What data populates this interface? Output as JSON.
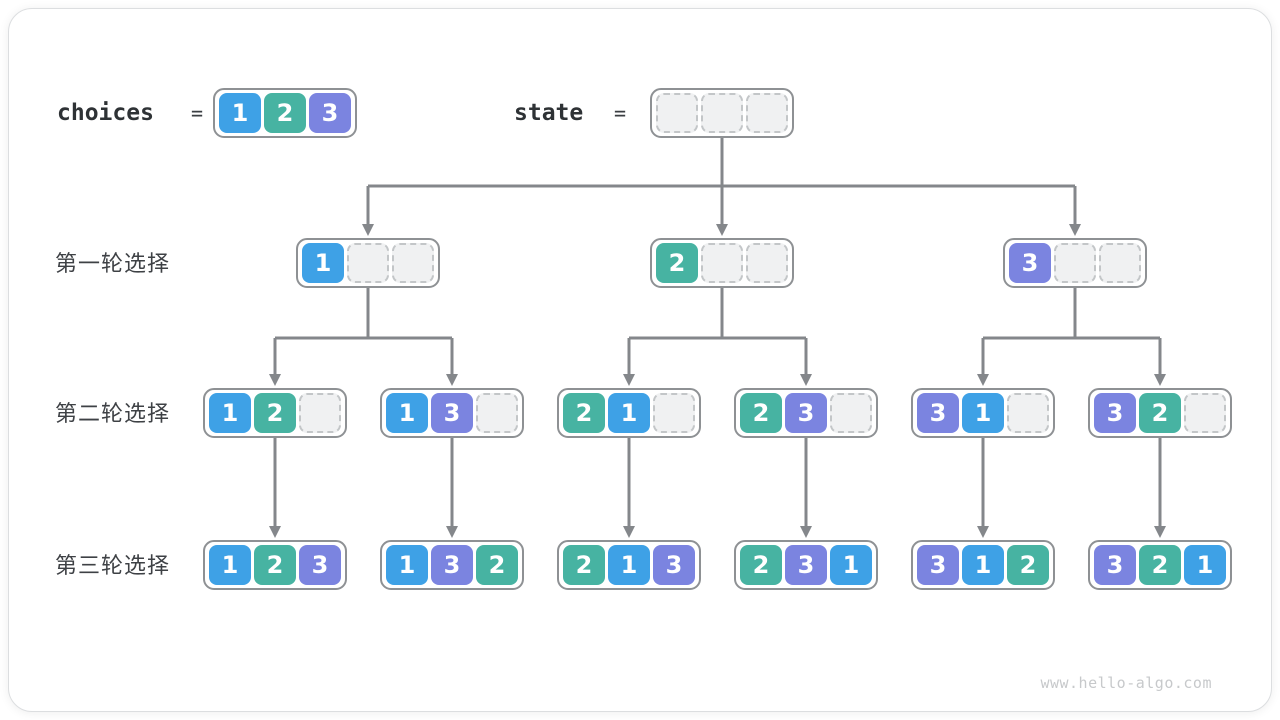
{
  "header": {
    "choices_label": "choices",
    "choices_equals": "=",
    "state_label": "state",
    "state_equals": "=",
    "choices": [
      1,
      2,
      3
    ],
    "state": [
      null,
      null,
      null
    ]
  },
  "rows": [
    {
      "label": "第一轮选择",
      "nodes": [
        [
          1,
          null,
          null
        ],
        [
          2,
          null,
          null
        ],
        [
          3,
          null,
          null
        ]
      ]
    },
    {
      "label": "第二轮选择",
      "nodes": [
        [
          1,
          2,
          null
        ],
        [
          1,
          3,
          null
        ],
        [
          2,
          1,
          null
        ],
        [
          2,
          3,
          null
        ],
        [
          3,
          1,
          null
        ],
        [
          3,
          2,
          null
        ]
      ]
    },
    {
      "label": "第三轮选择",
      "nodes": [
        [
          1,
          2,
          3
        ],
        [
          1,
          3,
          2
        ],
        [
          2,
          1,
          3
        ],
        [
          2,
          3,
          1
        ],
        [
          3,
          1,
          2
        ],
        [
          3,
          2,
          1
        ]
      ]
    }
  ],
  "colors": {
    "value_1": "#3ea1e6",
    "value_2": "#47b3a2",
    "value_3": "#7b84e0",
    "empty_fill": "#f0f1f2",
    "arrow": "#84878b"
  },
  "watermark": "www.hello-algo.com"
}
